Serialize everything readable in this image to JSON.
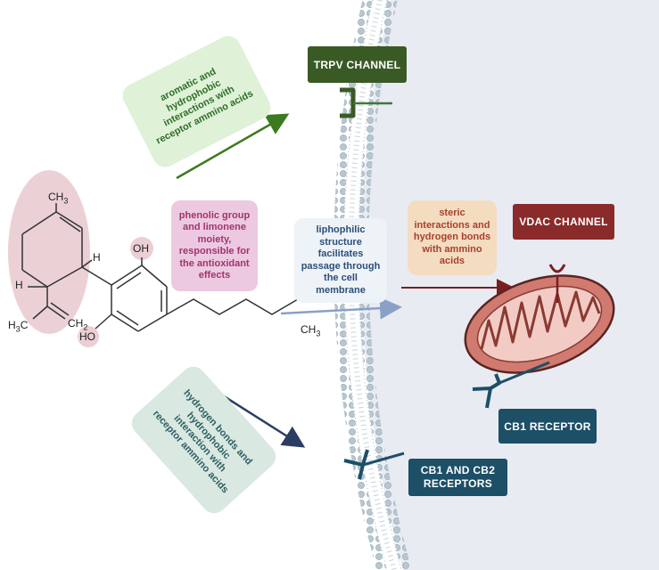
{
  "labels": {
    "trpv": "TRPV  CHANNEL",
    "vdac": "VDAC  CHANNEL",
    "cb1": "CB1 RECEPTOR",
    "cb1cb2": "CB1 AND CB2\nRECEPTORS"
  },
  "notes": {
    "aromatic": "aromatic and\nhydrophobic\ninteractions with\nreceptor ammino acids",
    "phenolic": "phenolic group\nand limonene\nmoiety,\nresponsible for\nthe antioxidant\neffects",
    "liphophilic": "liphophilic\nstructure\nfacilitates\npassage through\nthe cell\nmembrane",
    "steric": "steric\ninteractions and\nhydrogen bonds\nwith ammino\nacids",
    "hbonds": "hydrogen bonds and\nhydrophobic\ninteraction with\nreceptor ammino acids"
  },
  "molecule": {
    "ch3_top": "CH",
    "ch3_top_sub": "3",
    "h_right": "H",
    "h_left": "H",
    "oh_top": "OH",
    "ho_bottom": "HO",
    "h3c": "H",
    "h3c_sub": "3",
    "h3c_c": "C",
    "ch2": "CH",
    "ch2_sub": "2",
    "ch3_tail": "CH",
    "ch3_tail_sub": "3"
  },
  "colors": {
    "trpv": "#3a5a25",
    "vdac": "#8b2a2a",
    "cb": "#1d4f66",
    "green_arrow": "#3b7a1f",
    "red_arrow": "#7a1f1f",
    "navy_arrow": "#2b3d63",
    "blue_arrow": "#8aa0c8"
  }
}
